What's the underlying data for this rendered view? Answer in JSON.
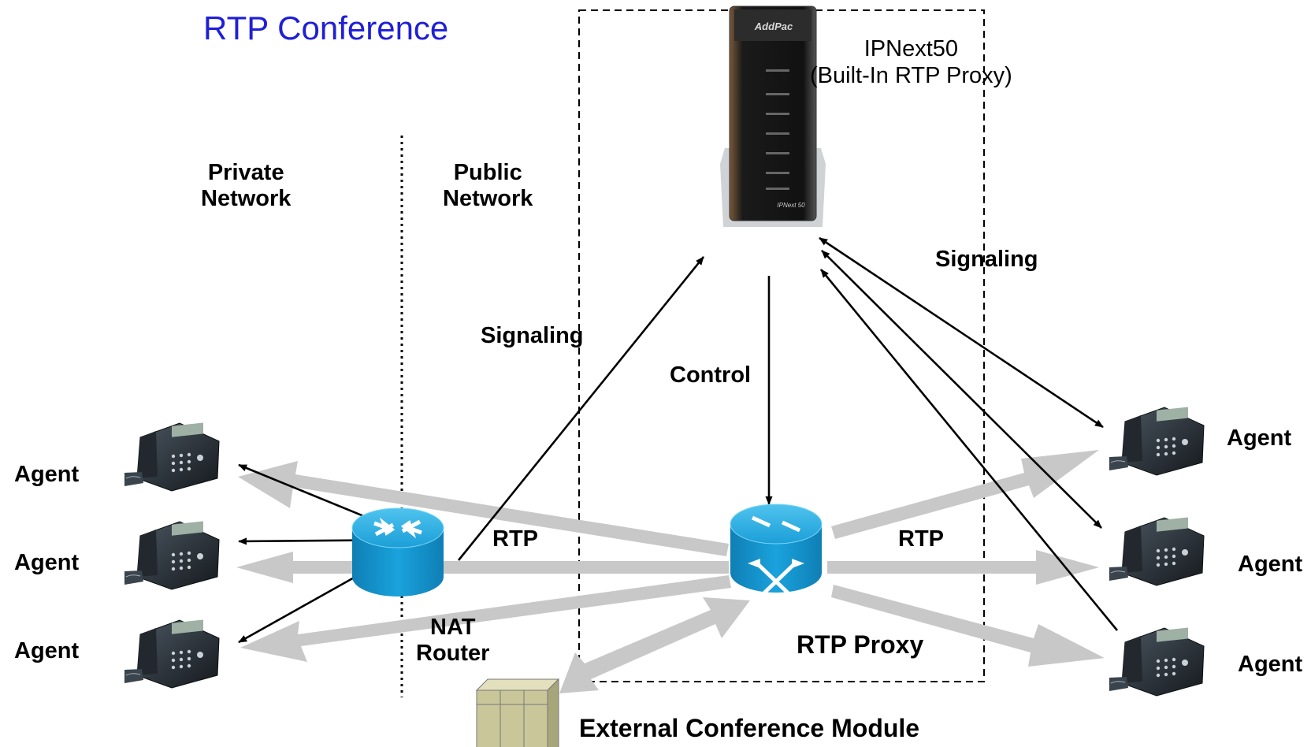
{
  "title": "RTP Conference",
  "ipnext": {
    "name": "IPNext50",
    "sub": "(Built-In RTP Proxy)",
    "brand": "AddPac",
    "model": "IPNext 50"
  },
  "zones": {
    "private": [
      "Private",
      "Network"
    ],
    "public": [
      "Public",
      "Network"
    ]
  },
  "flows": {
    "signaling_left": "Signaling",
    "signaling_right": "Signaling",
    "control": "Control",
    "rtp_left": "RTP",
    "rtp_right": "RTP"
  },
  "devices": {
    "nat_router": [
      "NAT",
      "Router"
    ],
    "rtp_proxy": "RTP Proxy",
    "conference_module": "External Conference Module"
  },
  "agents": {
    "left": [
      "Agent",
      "Agent",
      "Agent"
    ],
    "right": [
      "Agent",
      "Agent",
      "Agent"
    ]
  },
  "colors": {
    "title": "#1f1fd6",
    "router": "#1a9fd6",
    "rtp_arrow": "#c8c8c8",
    "signal_arrow": "#000000",
    "module": "#c9c79a"
  }
}
